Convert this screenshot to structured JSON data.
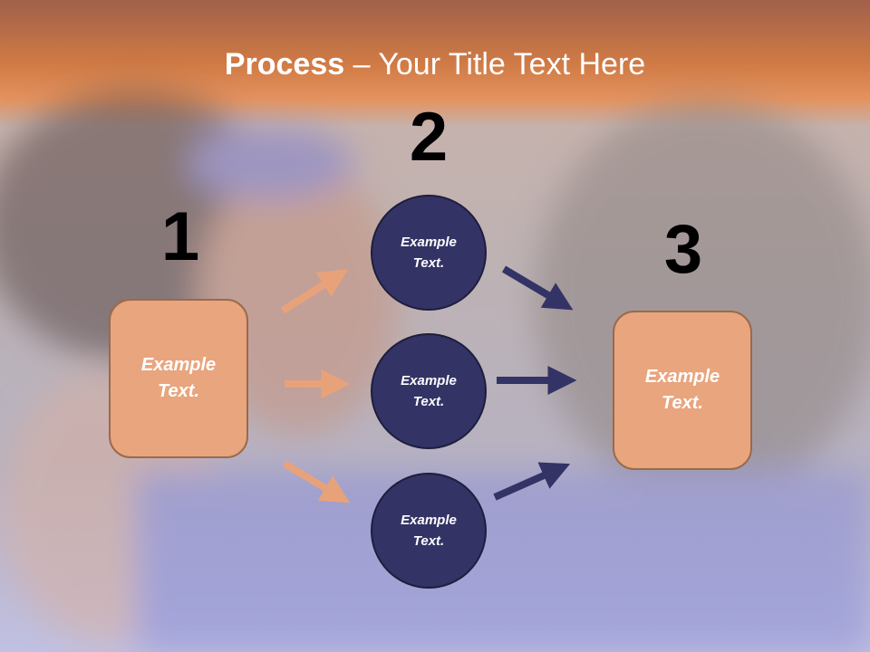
{
  "title": {
    "bold": "Process",
    "dash": " – ",
    "rest": "Your Title Text Here"
  },
  "steps": {
    "step1": {
      "number": "1",
      "line1": "Example",
      "line2": "Text."
    },
    "step2": {
      "number": "2"
    },
    "step3": {
      "number": "3",
      "line1": "Example",
      "line2": "Text."
    }
  },
  "circles": [
    {
      "line1": "Example",
      "line2": "Text."
    },
    {
      "line1": "Example",
      "line2": "Text."
    },
    {
      "line1": "Example",
      "line2": "Text."
    }
  ],
  "colors": {
    "box_fill": "#e8a57e",
    "circle_fill": "#333366",
    "arrow_orange": "#e8a27a",
    "arrow_navy": "#333366",
    "title_text": "#ffffff"
  }
}
